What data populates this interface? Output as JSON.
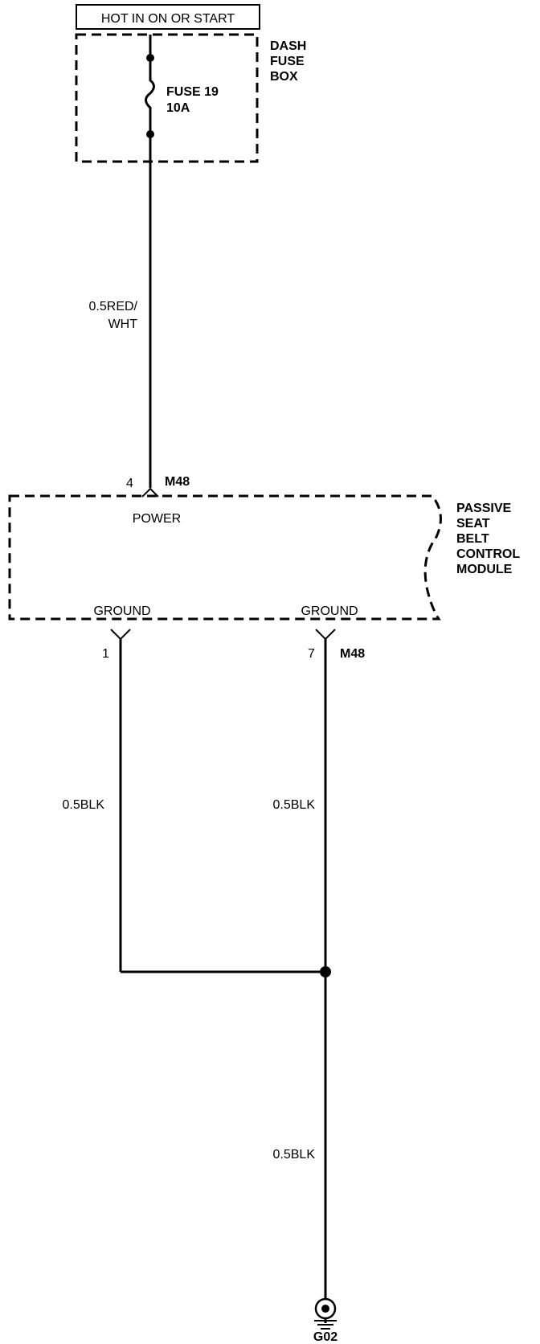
{
  "header_box": {
    "text": "HOT IN ON OR START"
  },
  "fuse_box": {
    "name_lines": [
      "DASH",
      "FUSE",
      "BOX"
    ],
    "fuse_name": "FUSE 19",
    "fuse_rating": "10A"
  },
  "wire_power": {
    "lines": [
      "0.5RED/",
      "WHT"
    ]
  },
  "module": {
    "name_lines": [
      "PASSIVE",
      "SEAT",
      "BELT",
      "CONTROL",
      "MODULE"
    ],
    "power_label": "POWER",
    "power_pin": "4",
    "power_connector": "M48",
    "ground_left_label": "GROUND",
    "ground_left_pin": "1",
    "ground_right_label": "GROUND",
    "ground_right_pin": "7",
    "ground_connector": "M48"
  },
  "wire_ground_left": {
    "label": "0.5BLK"
  },
  "wire_ground_right": {
    "label": "0.5BLK"
  },
  "wire_ground_main": {
    "label": "0.5BLK"
  },
  "ground_point": {
    "label": "G02"
  }
}
